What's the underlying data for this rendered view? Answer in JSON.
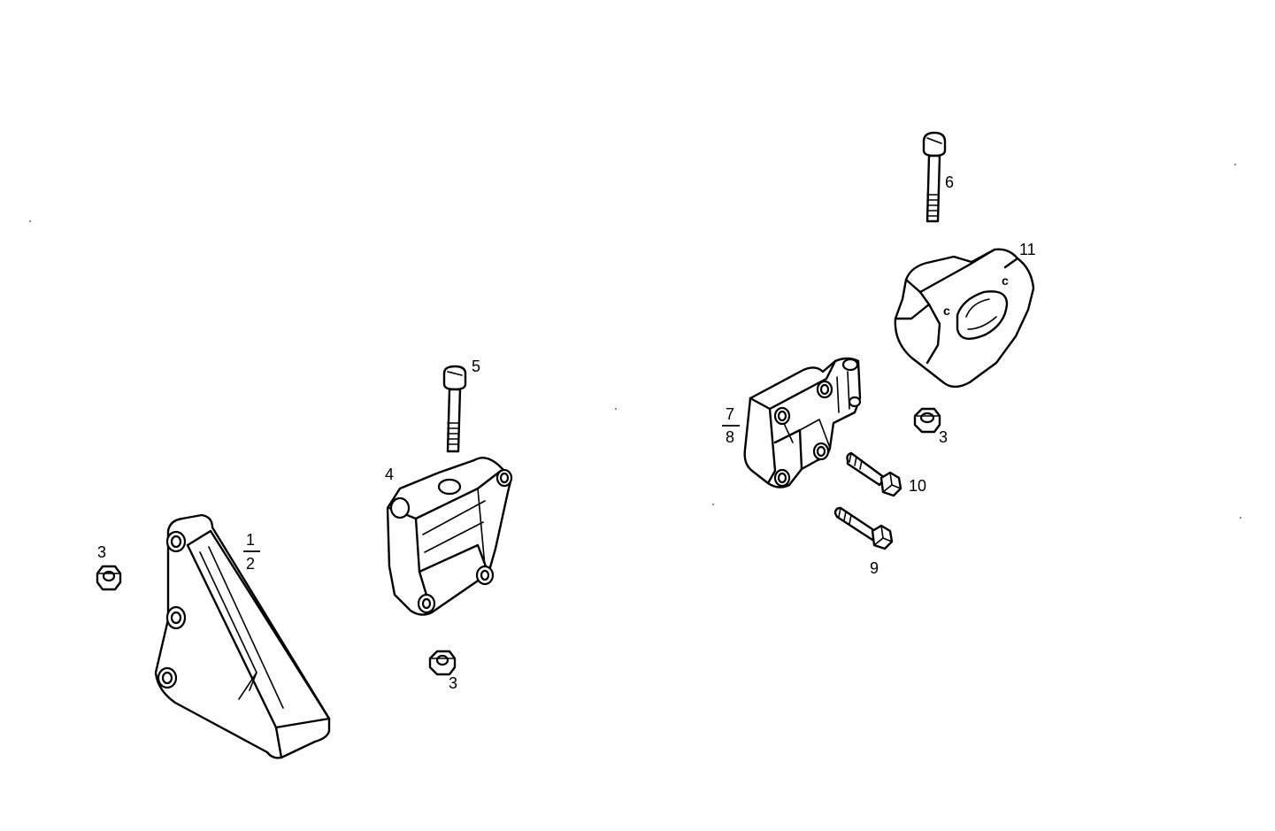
{
  "labels": {
    "part_1": "1",
    "part_2": "2",
    "part_3_left": "3",
    "part_3_center": "3",
    "part_3_right": "3",
    "part_4": "4",
    "part_5": "5",
    "part_6": "6",
    "part_7": "7",
    "part_8": "8",
    "part_9": "9",
    "part_10": "10",
    "part_11": "11"
  }
}
